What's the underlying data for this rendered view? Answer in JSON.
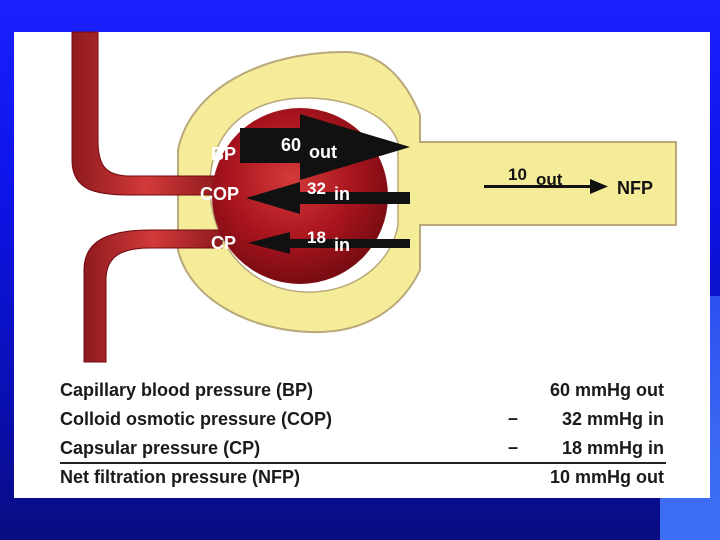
{
  "diagram": {
    "labels": {
      "bp": "BP",
      "cop": "COP",
      "cp": "CP",
      "nfp": "NFP"
    },
    "arrows": {
      "bp": {
        "value": "60",
        "direction": "out"
      },
      "cop": {
        "value": "32",
        "direction": "in"
      },
      "cp": {
        "value": "18",
        "direction": "in"
      },
      "nfp": {
        "value": "10",
        "direction": "out"
      }
    }
  },
  "table": {
    "rows": [
      {
        "name": "Capillary blood pressure (BP)",
        "sign": "",
        "value": "60 mmHg out"
      },
      {
        "name": "Colloid osmotic pressure (COP)",
        "sign": "–",
        "value": "32 mmHg in"
      },
      {
        "name": "Capsular pressure (CP)",
        "sign": "–",
        "value": "18 mmHg in"
      },
      {
        "name": "Net filtration pressure (NFP)",
        "sign": "",
        "value": "10 mmHg out"
      }
    ]
  },
  "colors": {
    "capsule": "#f5ec9a",
    "capsule_outline": "#b8a87a",
    "glomerulus": "#a8141e",
    "vessel": "#c1272d",
    "arrow": "#111111",
    "slide_border": "#1a20ff",
    "corner_accent": "#3c6ff4"
  }
}
